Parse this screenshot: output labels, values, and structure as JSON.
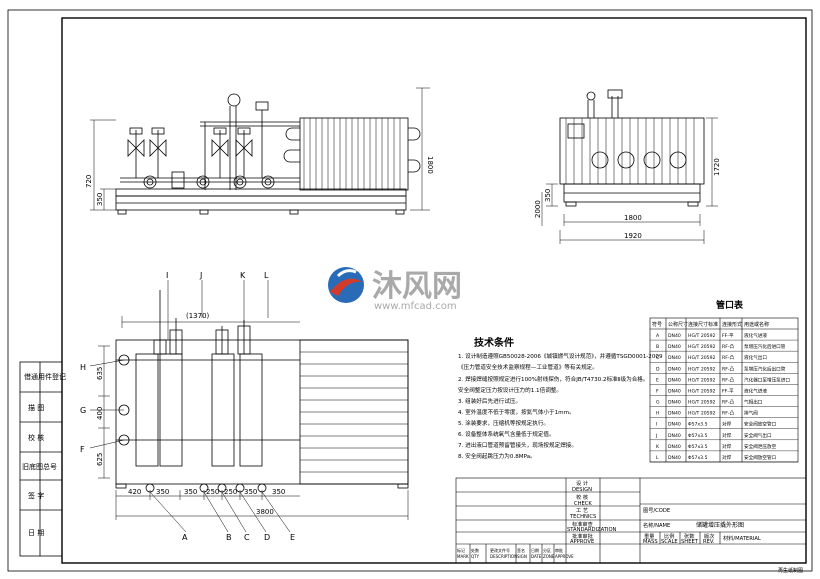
{
  "watermark": {
    "brand": "沐风网",
    "url": "www.mfcad.com"
  },
  "colors": {
    "line": "#000000",
    "watermark_blue": "#2a6bb8",
    "watermark_red": "#d23b2a",
    "watermark_grey": "#a9a9a9"
  },
  "left_view": {
    "dim_total_h": "720",
    "dim_base": "350",
    "dim_vap_h": "1800"
  },
  "right_view": {
    "dim_a": "350",
    "dim_b": "2000",
    "dim_c": "1720",
    "dim_inner_w": "1800",
    "dim_outer_w": "1920"
  },
  "top_view": {
    "dim_top": "(1370)",
    "dims_bottom": [
      "420",
      "350",
      "350",
      "250",
      "250",
      "350",
      "350"
    ],
    "dim_total": "3800",
    "dims_left": [
      "635",
      "400",
      "625"
    ],
    "callouts_top": [
      "I",
      "J",
      "K",
      "L"
    ],
    "callouts_left": [
      "H",
      "G",
      "F"
    ],
    "callouts_bottom": [
      "A",
      "B",
      "C",
      "D",
      "E"
    ]
  },
  "left_sidebar": {
    "items": [
      "借通用件登记",
      "描 图",
      "校 核",
      "旧底图总号",
      "签 字",
      "日 期"
    ]
  },
  "tech": {
    "title": "技术条件",
    "lines": [
      "1. 设计制造遵照GB50028-2006《城镇燃气设计规范》，并遵循TSGD0001-2009",
      "   《压力管道安全技术监察规程—工业管道》等有关规定。",
      "2. 焊接焊缝按照规定进行100%射线探伤，符合JB/T4730.2标准Ⅱ级为合格。",
      "   安全阀整定压力按设计压力的1.1倍调整。",
      "3. 组装好后先进行试压。",
      "4. 室外温度不低于零度，按氦气体小于1mm。",
      "5. 涂装要求，压缩机等按规定执行。",
      "6. 设备整体系统氧气含量低于规定值。",
      "7. 进出液口管道预留管接头，现场按规定焊接。",
      "8. 安全阀起跳压力为0.8MPa。"
    ]
  },
  "nozzle_table": {
    "title": "管口表",
    "headers": [
      "符号",
      "公称尺寸",
      "连接尺寸标准",
      "连接形式",
      "用途或名称"
    ],
    "rows": [
      [
        "A",
        "DN40",
        "HG/T 20592",
        "FF-平",
        "液化气进液"
      ],
      [
        "B",
        "DN40",
        "HG/T 20592",
        "RF-凸",
        "泵增压汽化后进口管"
      ],
      [
        "C",
        "DN40",
        "HG/T 20592",
        "RF-凸",
        "液化气出口"
      ],
      [
        "D",
        "DN40",
        "HG/T 20592",
        "RF-凸",
        "泵增压汽化后出口管"
      ],
      [
        "E",
        "DN40",
        "HG/T 20592",
        "RF-凸",
        "汽化器口至增压泵进口"
      ],
      [
        "F",
        "DN40",
        "HG/T 20592",
        "FF-平",
        "液化气进液"
      ],
      [
        "G",
        "DN40",
        "HG/T 20592",
        "RF-凸",
        "气相出口"
      ],
      [
        "H",
        "DN40",
        "HG/T 20592",
        "RF-凸",
        "排气阀"
      ],
      [
        "I",
        "DN40",
        "Φ57x3.5",
        "对焊",
        "安全阀放空管口"
      ],
      [
        "J",
        "DN40",
        "Φ57x3.5",
        "对焊",
        "安全阀气出口"
      ],
      [
        "K",
        "DN40",
        "Φ57x3.5",
        "对焊",
        "安全阀泄压放空"
      ],
      [
        "L",
        "DN40",
        "Φ57x3.5",
        "对焊",
        "安全阀放空管口"
      ]
    ]
  },
  "title_block": {
    "design": [
      "设 计",
      "DESIGN"
    ],
    "check": [
      "校 核",
      "CHECK"
    ],
    "techn": [
      "工 艺",
      "TECHNICS"
    ],
    "standard": [
      "标准审查",
      "STANDARDIZATION"
    ],
    "approve": [
      "批准审批",
      "APPROVE"
    ],
    "drawing_no": "图号/CODE",
    "name_label": "名称/NAME",
    "drawing_title": "储罐增压撬外形图",
    "mass": [
      "重量",
      "MASS"
    ],
    "scale": [
      "比例",
      "SCALE"
    ],
    "sheet": [
      "张数",
      "SHEET"
    ],
    "rev": [
      "版次",
      "REV."
    ],
    "material": "材料/MATERIAL",
    "rev_cols": [
      [
        "标记",
        "MARK"
      ],
      [
        "处数",
        "QTY"
      ],
      [
        "更改文件号",
        "DESCRIPTION"
      ],
      [
        "签名",
        "SIGN"
      ],
      [
        "日期",
        "DATE"
      ],
      [
        "分区",
        "ZONE"
      ],
      [
        "审批",
        "APPROVE"
      ]
    ],
    "footer": "再生纸制图"
  }
}
